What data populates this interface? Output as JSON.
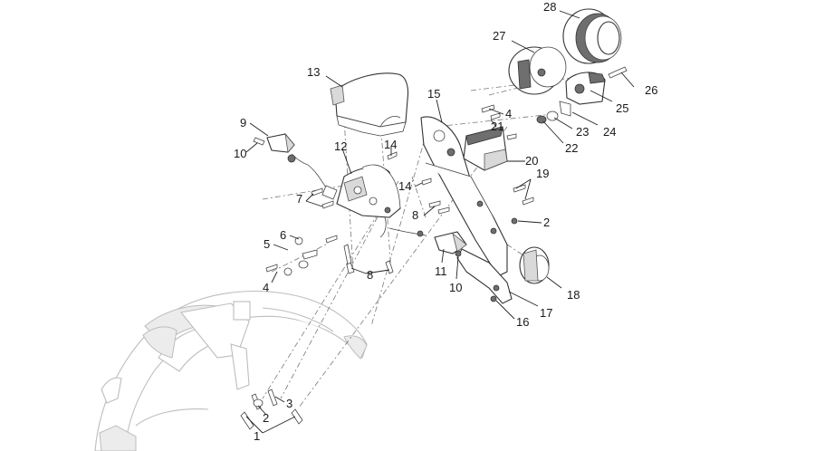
{
  "labels": [
    {
      "id": "p1",
      "text": "1"
    },
    {
      "id": "p2a",
      "text": "2"
    },
    {
      "id": "p2b",
      "text": "2"
    },
    {
      "id": "p3",
      "text": "3"
    },
    {
      "id": "p4a",
      "text": "4"
    },
    {
      "id": "p4b",
      "text": "4"
    },
    {
      "id": "p5",
      "text": "5"
    },
    {
      "id": "p6",
      "text": "6"
    },
    {
      "id": "p7",
      "text": "7"
    },
    {
      "id": "p8a",
      "text": "8"
    },
    {
      "id": "p8b",
      "text": "8"
    },
    {
      "id": "p9",
      "text": "9"
    },
    {
      "id": "p10a",
      "text": "10"
    },
    {
      "id": "p10b",
      "text": "10"
    },
    {
      "id": "p11",
      "text": "11"
    },
    {
      "id": "p12",
      "text": "12"
    },
    {
      "id": "p13",
      "text": "13"
    },
    {
      "id": "p14a",
      "text": "14"
    },
    {
      "id": "p14b",
      "text": "14"
    },
    {
      "id": "p15",
      "text": "15"
    },
    {
      "id": "p16",
      "text": "16"
    },
    {
      "id": "p17",
      "text": "17"
    },
    {
      "id": "p18",
      "text": "18"
    },
    {
      "id": "p19",
      "text": "19"
    },
    {
      "id": "p20",
      "text": "20"
    },
    {
      "id": "p21",
      "text": "21"
    },
    {
      "id": "p22",
      "text": "22"
    },
    {
      "id": "p23",
      "text": "23"
    },
    {
      "id": "p24",
      "text": "24"
    },
    {
      "id": "p25",
      "text": "25"
    },
    {
      "id": "p26",
      "text": "26"
    },
    {
      "id": "p27",
      "text": "27"
    },
    {
      "id": "p28",
      "text": "28"
    }
  ]
}
